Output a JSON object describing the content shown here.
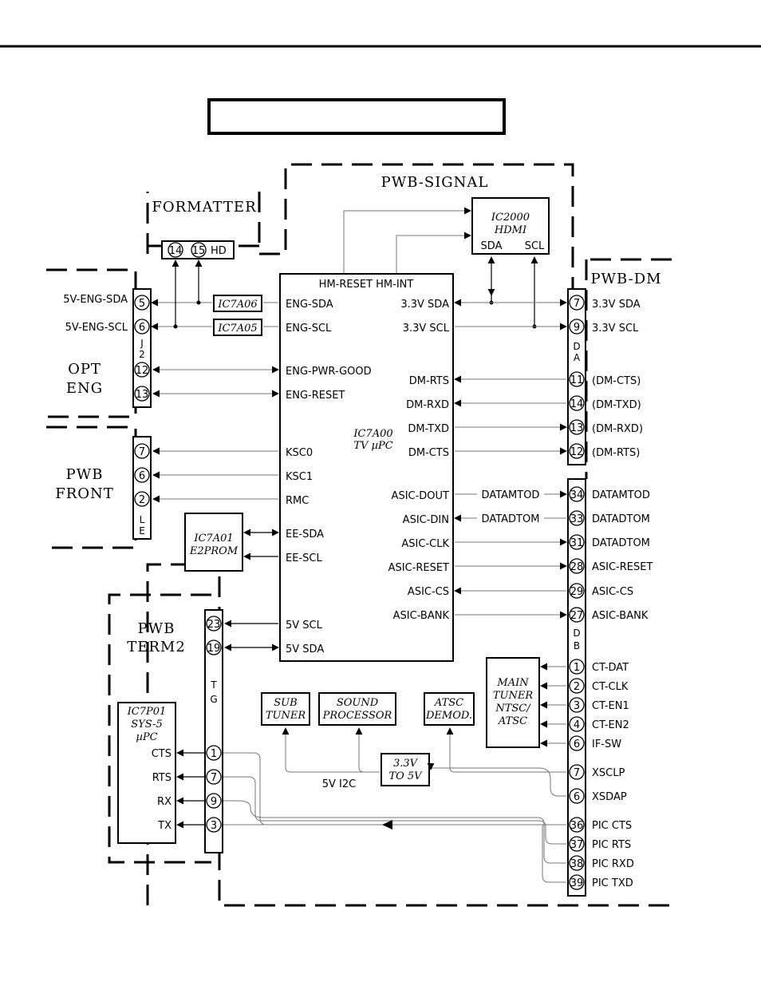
{
  "title_box": "",
  "regions": {
    "signal": "PWB-SIGNAL",
    "formatter": "FORMATTER",
    "dm": "PWB-DM",
    "opt_eng_l1": "OPT",
    "opt_eng_l2": "ENG",
    "front_l1": "PWB",
    "front_l2": "FRONT",
    "term2_l1": "PWB",
    "term2_l2": "TERM2"
  },
  "chips": {
    "hdmi_l1": "IC2000",
    "hdmi_l2": "HDMI",
    "hdmi_sda": "SDA",
    "hdmi_scl": "SCL",
    "ic7a06": "IC7A06",
    "ic7a05": "IC7A05",
    "ic7a01_l1": "IC7A01",
    "ic7a01_l2": "E2PROM",
    "main_l1": "IC7A00",
    "main_l2": "TV  µPC",
    "ic7p01_l1": "IC7P01",
    "ic7p01_l2": "SYS-5",
    "ic7p01_l3": "µPC",
    "sub_l1": "SUB",
    "sub_l2": "TUNER",
    "sound_l1": "SOUND",
    "sound_l2": "PROCESSOR",
    "atsc_l1": "ATSC",
    "atsc_l2": "DEMOD.",
    "conv_l1": "3.3V",
    "conv_l2": "TO  5V",
    "tuner_l1": "MAIN",
    "tuner_l2": "TUNER",
    "tuner_l3": "NTSC/",
    "tuner_l4": "ATSC"
  },
  "main_top": "HM-RESET HM-INT",
  "main_left": [
    "ENG-SDA",
    "ENG-SCL",
    "ENG-PWR-GOOD",
    "ENG-RESET",
    "KSC0",
    "KSC1",
    "RMC",
    "EE-SDA",
    "EE-SCL",
    "5V  SCL",
    "5V  SDA"
  ],
  "main_right": [
    "3.3V  SDA",
    "3.3V  SCL",
    "DM-RTS",
    "DM-RXD",
    "DM-TXD",
    "DM-CTS",
    "ASIC-DOUT",
    "ASIC-DIN",
    "ASIC-CLK",
    "ASIC-RESET",
    "ASIC-CS",
    "ASIC-BANK"
  ],
  "bus_labels": {
    "datamtod": "DATAMTOD",
    "datadtom": "DATADTOM",
    "i2c": "5V  I2C"
  },
  "hd_connector": {
    "pins": [
      "14",
      "15"
    ],
    "label": "HD"
  },
  "j2": {
    "pins": [
      "5",
      "6",
      "12",
      "13"
    ],
    "signals": [
      "5V-ENG-SDA",
      "5V-ENG-SCL"
    ],
    "letters": [
      "J",
      "2"
    ]
  },
  "le": {
    "pins": [
      "7",
      "6",
      "2"
    ],
    "letters": [
      "L",
      "E"
    ]
  },
  "da": {
    "pins": [
      "7",
      "9",
      "11",
      "14",
      "13",
      "12"
    ],
    "labels": [
      "3.3V  SDA",
      "3.3V  SCL",
      "(DM-CTS)",
      "(DM-TXD)",
      "(DM-RXD)",
      "(DM-RTS)"
    ],
    "letters": [
      "D",
      "A"
    ]
  },
  "db": {
    "pins": [
      "34",
      "33",
      "31",
      "28",
      "29",
      "27",
      "1",
      "2",
      "3",
      "4",
      "6",
      "7",
      "6",
      "36",
      "37",
      "38",
      "39"
    ],
    "labels": [
      "DATAMTOD",
      "DATADTOM",
      "DATADTOM",
      "ASIC-RESET",
      "ASIC-CS",
      "ASIC-BANK",
      "CT-DAT",
      "CT-CLK",
      "CT-EN1",
      "CT-EN2",
      "IF-SW",
      "XSCLP",
      "XSDAP",
      "PIC  CTS",
      "PIC  RTS",
      "PIC  RXD",
      "PIC  TXD"
    ],
    "letters": [
      "D",
      "B"
    ]
  },
  "tg": {
    "top_pins": [
      "23",
      "19"
    ],
    "bot_pins": [
      "1",
      "7",
      "9",
      "3"
    ],
    "bot_labels": [
      "CTS",
      "RTS",
      "RX",
      "TX"
    ],
    "letters": [
      "T",
      "G"
    ]
  }
}
